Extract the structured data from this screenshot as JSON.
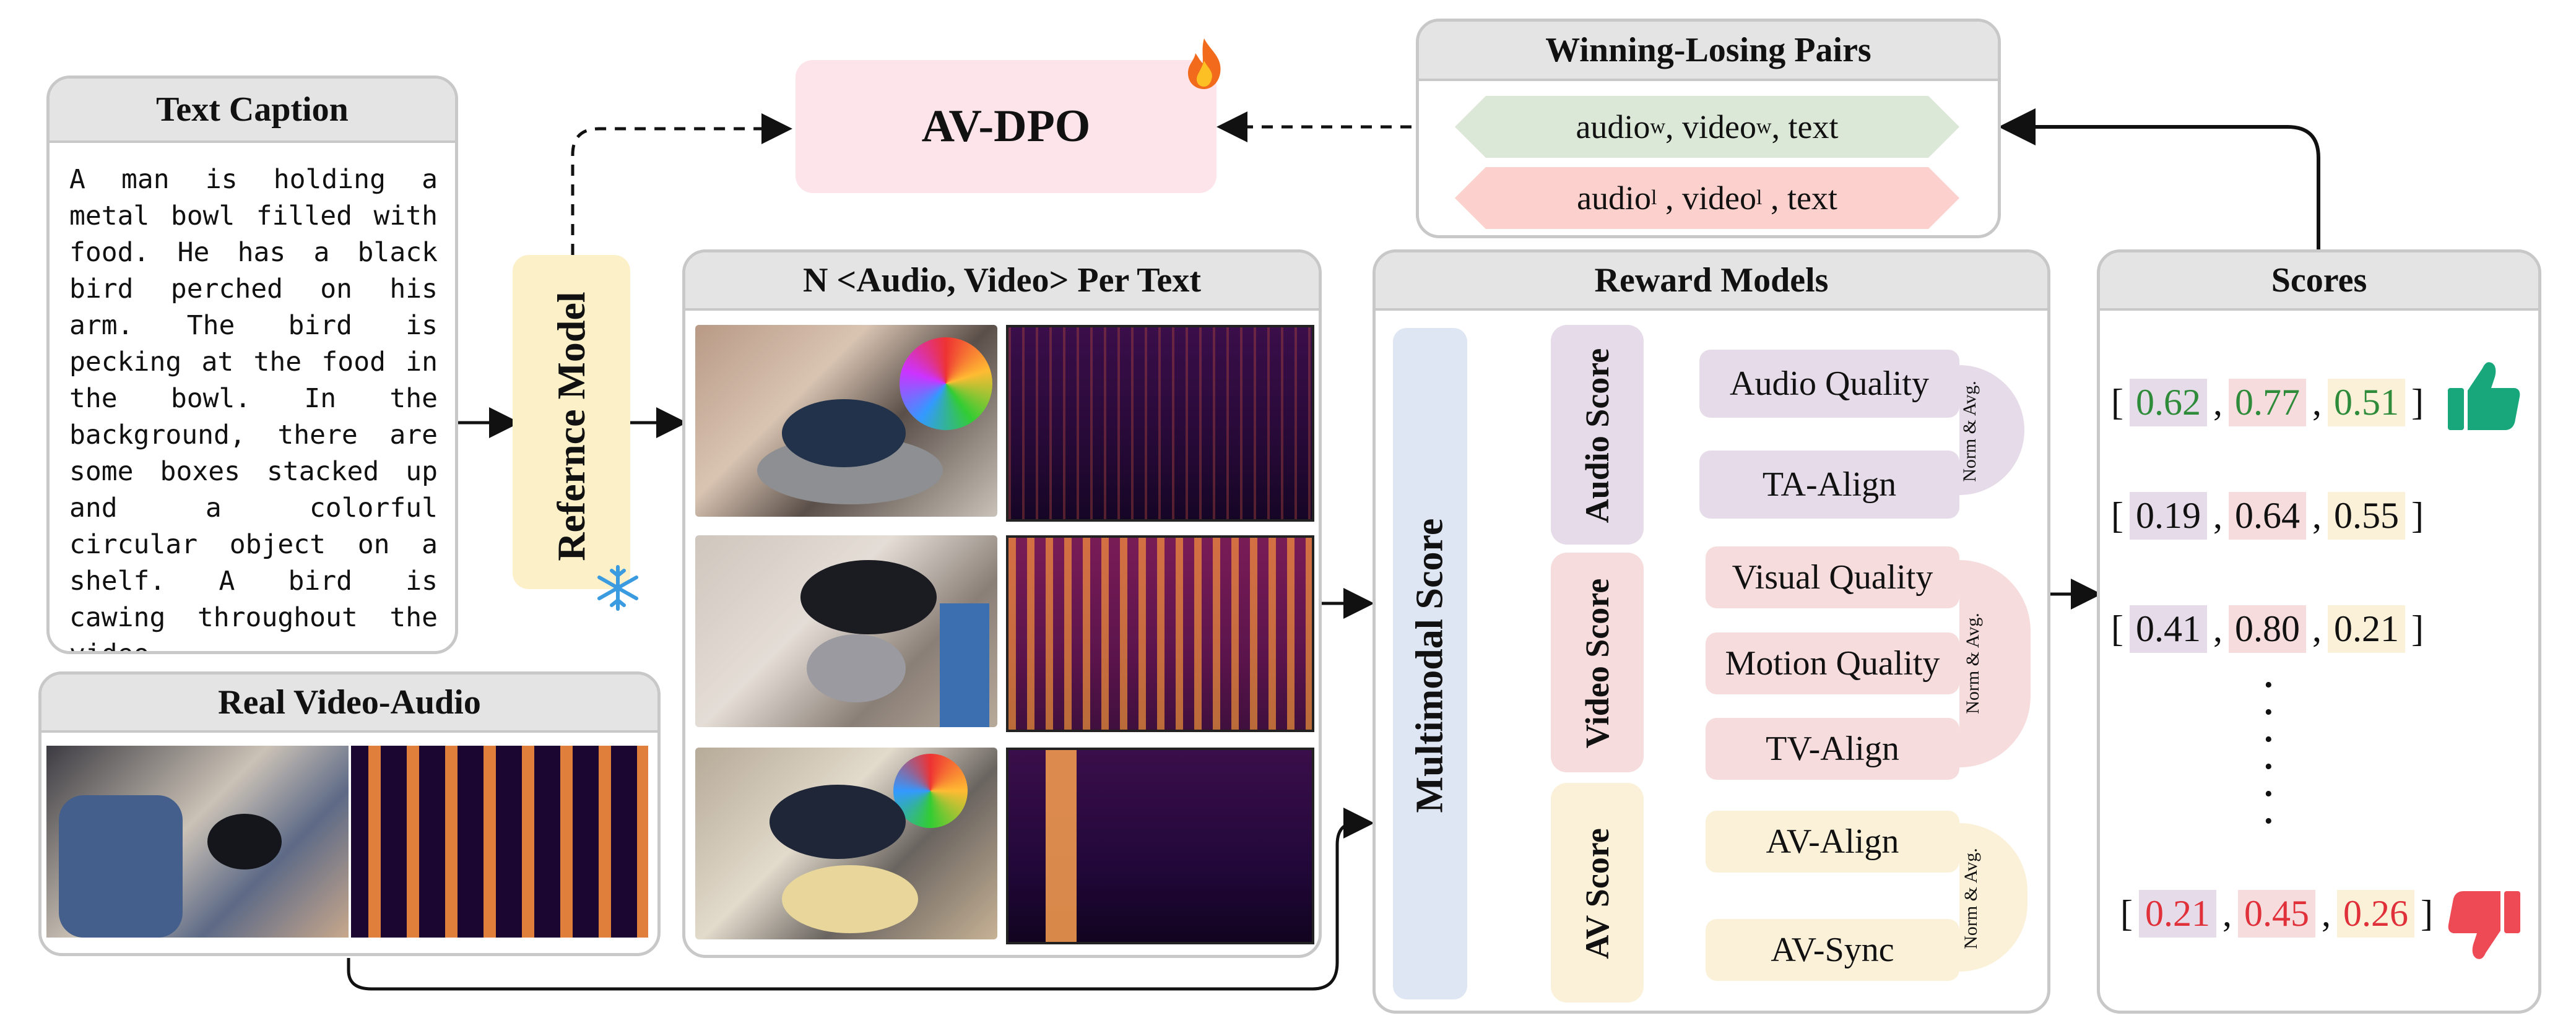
{
  "text_caption": {
    "title": "Text Caption",
    "body": "A man is holding a metal bowl filled with food. He has a black bird perched on his arm. The bird is pecking at the food in the bowl. In the background, there are some boxes stacked up and a colorful circular object on a shelf. A bird is cawing throughout the video."
  },
  "reference_model": {
    "label": "Refernce Model",
    "status_icon": "snowflake-icon"
  },
  "av_dpo": {
    "label": "AV-DPO",
    "status_icon": "flame-icon"
  },
  "pairs": {
    "title": "Winning-Losing Pairs",
    "win": {
      "audio": "audio",
      "audio_sup": "w",
      "video": "video",
      "video_sup": "w",
      "text": "text"
    },
    "lose": {
      "audio": "audio",
      "audio_sup": "l",
      "video": "video",
      "video_sup": "l",
      "text": "text"
    }
  },
  "n_samples": {
    "title": "N <Audio, Video> Per Text"
  },
  "real": {
    "title": "Real Video-Audio"
  },
  "reward": {
    "title": "Reward Models",
    "multimodal": "Multimodal Score",
    "groups": [
      {
        "label": "Audio Score",
        "items": [
          "Audio Quality",
          "TA-Align"
        ],
        "norm": "Norm & Avg."
      },
      {
        "label": "Video Score",
        "items": [
          "Visual Quality",
          "Motion Quality",
          "TV-Align"
        ],
        "norm": "Norm & Avg."
      },
      {
        "label": "AV Score",
        "items": [
          "AV-Align",
          "AV-Sync"
        ],
        "norm": "Norm & Avg."
      }
    ]
  },
  "scores": {
    "title": "Scores",
    "rows": [
      {
        "a": "0.62",
        "b": "0.77",
        "c": "0.51",
        "tone": "win"
      },
      {
        "a": "0.19",
        "b": "0.64",
        "c": "0.55",
        "tone": "neutral"
      },
      {
        "a": "0.41",
        "b": "0.80",
        "c": "0.21",
        "tone": "neutral"
      },
      {
        "a": "0.21",
        "b": "0.45",
        "c": "0.26",
        "tone": "lose"
      }
    ],
    "ellipsis": "·\n·\n·\n·\n·\n·",
    "thumbs_up_icon": "thumbs-up-icon",
    "thumbs_down_icon": "thumbs-down-icon"
  },
  "colors": {
    "audio": "#e6dbe8",
    "video": "#f6dcdc",
    "av": "#fbf1d9",
    "multimodal": "#dfe6f3",
    "win_green": "#2e8b3a",
    "lose_red": "#e0303a",
    "dpo_bg": "#fde3ea",
    "ref_bg": "#fbf0c8",
    "win_pill": "#dbe8d7",
    "lose_pill": "#fcd0cc"
  }
}
